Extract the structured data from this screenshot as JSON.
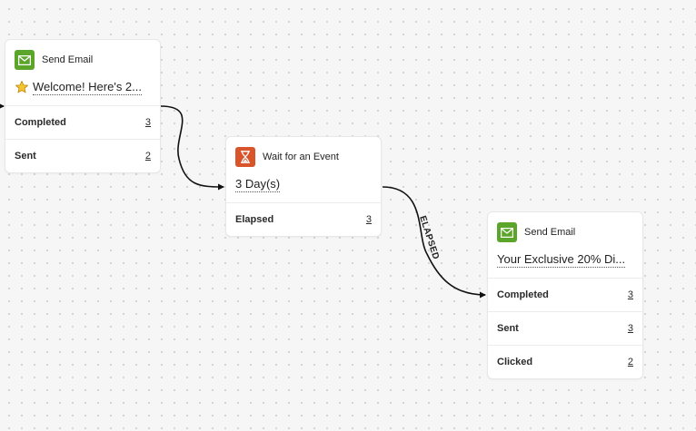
{
  "nodes": [
    {
      "type_label": "Send Email",
      "icon": "envelope-icon",
      "icon_color": "#5aa52a",
      "subject_emoji": "star",
      "subject": "Welcome! Here's 2...",
      "stats": [
        {
          "label": "Completed",
          "value": "3"
        },
        {
          "label": "Sent",
          "value": "2"
        }
      ]
    },
    {
      "type_label": "Wait for an Event",
      "icon": "hourglass-icon",
      "icon_color": "#d9542b",
      "subject": "3 Day(s)",
      "stats": [
        {
          "label": "Elapsed",
          "value": "3"
        }
      ]
    },
    {
      "type_label": "Send Email",
      "icon": "envelope-icon",
      "icon_color": "#5aa52a",
      "subject": "Your Exclusive 20% Di...",
      "stats": [
        {
          "label": "Completed",
          "value": "3"
        },
        {
          "label": "Sent",
          "value": "3"
        },
        {
          "label": "Clicked",
          "value": "2"
        }
      ]
    }
  ],
  "edges": [
    {
      "label": ""
    },
    {
      "label": "ELAPSED"
    }
  ]
}
